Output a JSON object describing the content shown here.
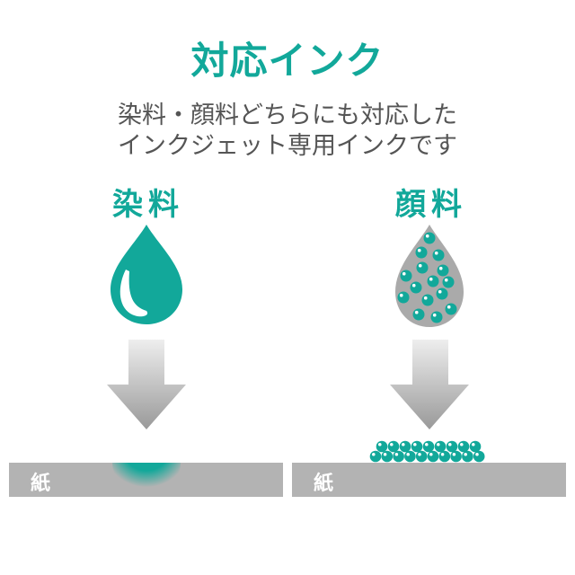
{
  "title": "対応インク",
  "subtitle": [
    "染料・顔料どちらにも対応した",
    "インクジェット専用インクです"
  ],
  "dye": {
    "label": "染料",
    "paper_label": "紙"
  },
  "pigment": {
    "label": "顔料",
    "paper_label": "紙"
  },
  "colors": {
    "accent": "#12a89a",
    "paper": "#b3b3b3",
    "drop_gray": "#aaaaaa",
    "text": "#555555"
  }
}
